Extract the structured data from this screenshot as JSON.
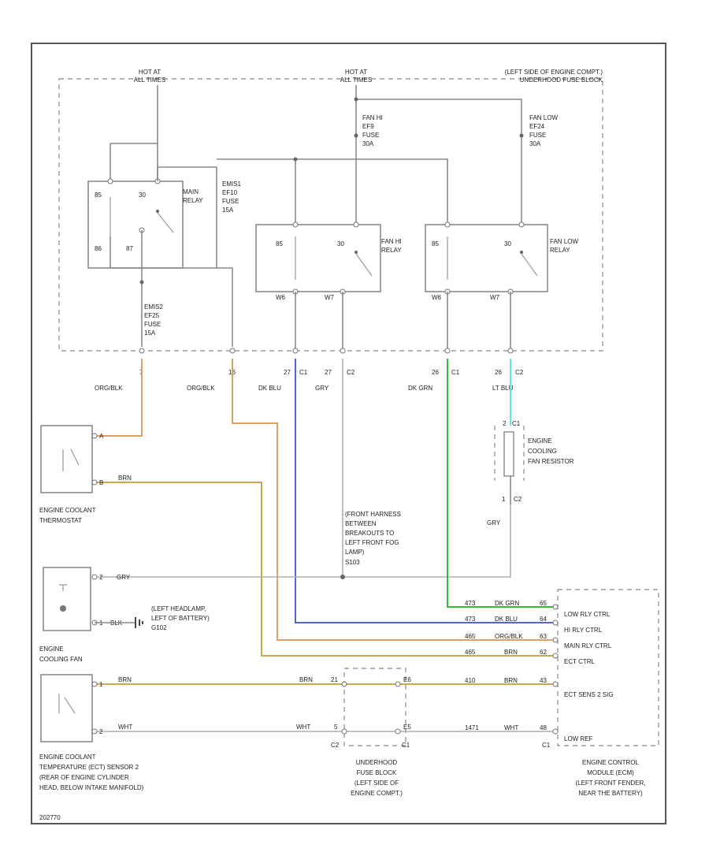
{
  "colors": {
    "orange_black": "#d9a06a",
    "dark_blue": "#5566cc",
    "dark_green": "#33bb33",
    "light_blue": "#66e6e6",
    "brown": "#c9a84e",
    "gray": "#999999"
  },
  "top": {
    "hot_left": [
      "HOT AT",
      "ALL TIMES"
    ],
    "hot_mid": [
      "HOT AT",
      "ALL TIMES"
    ],
    "location": [
      "(LEFT SIDE OF ENGINE COMPT.)",
      "UNDERHOOD FUSE BLOCK"
    ]
  },
  "fuses": {
    "fan_hi": [
      "FAN HI",
      "EF9",
      "FUSE",
      "30A"
    ],
    "fan_low": [
      "FAN LOW",
      "EF24",
      "FUSE",
      "30A"
    ],
    "emis1": [
      "EMIS1",
      "EF10",
      "FUSE",
      "15A"
    ],
    "emis2": [
      "EMIS2",
      "EF25",
      "FUSE",
      "15A"
    ]
  },
  "relays": {
    "main": {
      "name": [
        "MAIN",
        "RELAY"
      ],
      "p1": "85",
      "p2": "30",
      "p3": "86",
      "p4": "87"
    },
    "fan_hi": {
      "name": [
        "FAN HI",
        "RELAY"
      ],
      "p1": "85",
      "p2": "30",
      "p3": "W6",
      "p4": "W7"
    },
    "fan_low": {
      "name": [
        "FAN LOW",
        "RELAY"
      ],
      "p1": "85",
      "p2": "30",
      "p3": "W6",
      "p4": "W7"
    }
  },
  "wires": {
    "w1": {
      "pin": "7",
      "color": "ORG/BLK"
    },
    "w2": {
      "pin": "16",
      "color": "ORG/BLK"
    },
    "w3": {
      "pin": "27",
      "conn": "C1",
      "color": "DK BLU"
    },
    "w4": {
      "pin": "27",
      "conn": "C2",
      "color": "GRY"
    },
    "w5": {
      "pin": "26",
      "conn": "C1",
      "color": "DK GRN"
    },
    "w6": {
      "pin": "26",
      "conn": "C2",
      "color": "LT BLU"
    }
  },
  "thermostat": {
    "label": [
      "ENGINE COOLANT",
      "THERMOSTAT"
    ],
    "p1": "A",
    "p2": "B",
    "brn": "BRN"
  },
  "fan": {
    "label": [
      "ENGINE",
      "COOLING FAN"
    ],
    "p1": "2",
    "p2": "1",
    "gry": "GRY",
    "blk": "BLK",
    "ground": [
      "(LEFT HEADLAMP,",
      "LEFT OF BATTERY)"
    ],
    "ground_id": "G102"
  },
  "ect": {
    "label": [
      "ENGINE COOLANT",
      "TEMPERATURE (ECT) SENSOR 2",
      "(REAR OF ENGINE CYLINDER",
      "HEAD, BELOW INTAKE MANIFOLD)"
    ],
    "p1": "1",
    "p2": "2",
    "brn": "BRN",
    "wht": "WHT"
  },
  "resistor": {
    "label": [
      "ENGINE",
      "COOLING",
      "FAN RESISTOR"
    ],
    "pin_top": "2",
    "conn_top": "C1",
    "pin_bottom": "1",
    "conn_bottom": "C2",
    "gry": "GRY"
  },
  "splice": {
    "label": [
      "(FRONT HARNESS",
      "BETWEEN",
      "BREAKOUTS TO",
      "LEFT FRONT FOG",
      "LAMP)"
    ],
    "id": "S103"
  },
  "mid_wires": {
    "brn_left": "BRN",
    "pin_left_top": "21",
    "pin_right_top": "E6",
    "wht_left": "WHT",
    "pin_left_bot": "5",
    "pin_right_bot": "E5",
    "conn_left": "C2",
    "conn_right": "C1"
  },
  "ecm_wires": [
    {
      "circuit": "473",
      "color": "DK GRN",
      "pin": "65"
    },
    {
      "circuit": "473",
      "color": "DK BLU",
      "pin": "64"
    },
    {
      "circuit": "465",
      "color": "ORG/BLK",
      "pin": "63"
    },
    {
      "circuit": "465",
      "color": "BRN",
      "pin": "62"
    },
    {
      "circuit": "410",
      "color": "BRN",
      "pin": "43"
    },
    {
      "circuit": "1471",
      "color": "WHT",
      "pin": "48"
    }
  ],
  "ecm": {
    "inputs": [
      "LOW RLY CTRL",
      "HI RLY CTRL",
      "MAIN RLY CTRL",
      "ECT CTRL",
      "ECT SENS 2 SIG",
      "LOW REF"
    ],
    "conn": "C1",
    "label": [
      "ENGINE CONTROL",
      "MODULE (ECM)",
      "(LEFT FRONT FENDER,",
      "NEAR THE BATTERY)"
    ]
  },
  "ufb_label": [
    "UNDERHOOD",
    "FUSE BLOCK",
    "(LEFT SIDE OF",
    "ENGINE COMPT.)"
  ],
  "figure_id": "202770"
}
